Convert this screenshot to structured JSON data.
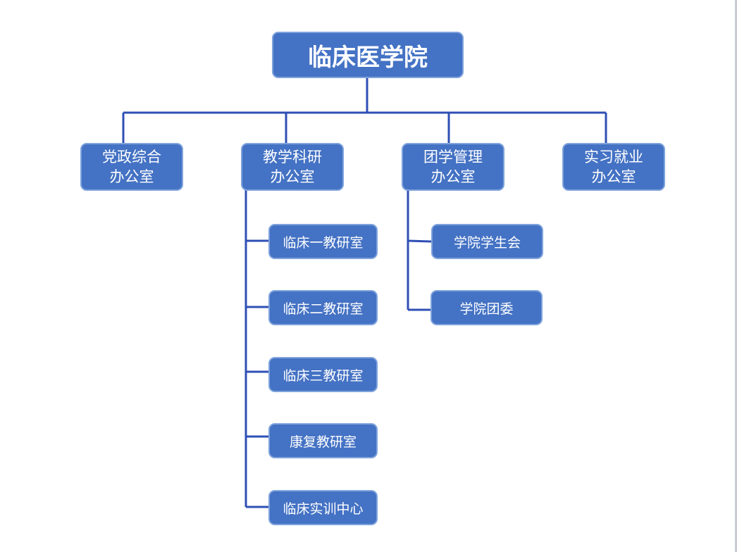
{
  "root": {
    "label": "临床医学院"
  },
  "departments": [
    {
      "line1": "党政综合",
      "line2": "办公室"
    },
    {
      "line1": "教学科研",
      "line2": "办公室"
    },
    {
      "line1": "团学管理",
      "line2": "办公室"
    },
    {
      "line1": "实习就业",
      "line2": "办公室"
    }
  ],
  "teaching_units": [
    "临床一教研室",
    "临床二教研室",
    "临床三教研室",
    "康复教研室",
    "临床实训中心"
  ],
  "student_units": [
    "学院学生会",
    "学院团委"
  ],
  "colors": {
    "box_fill": "#4472c4",
    "box_border": "#7fa3dc",
    "connector": "#2f4fb5"
  }
}
